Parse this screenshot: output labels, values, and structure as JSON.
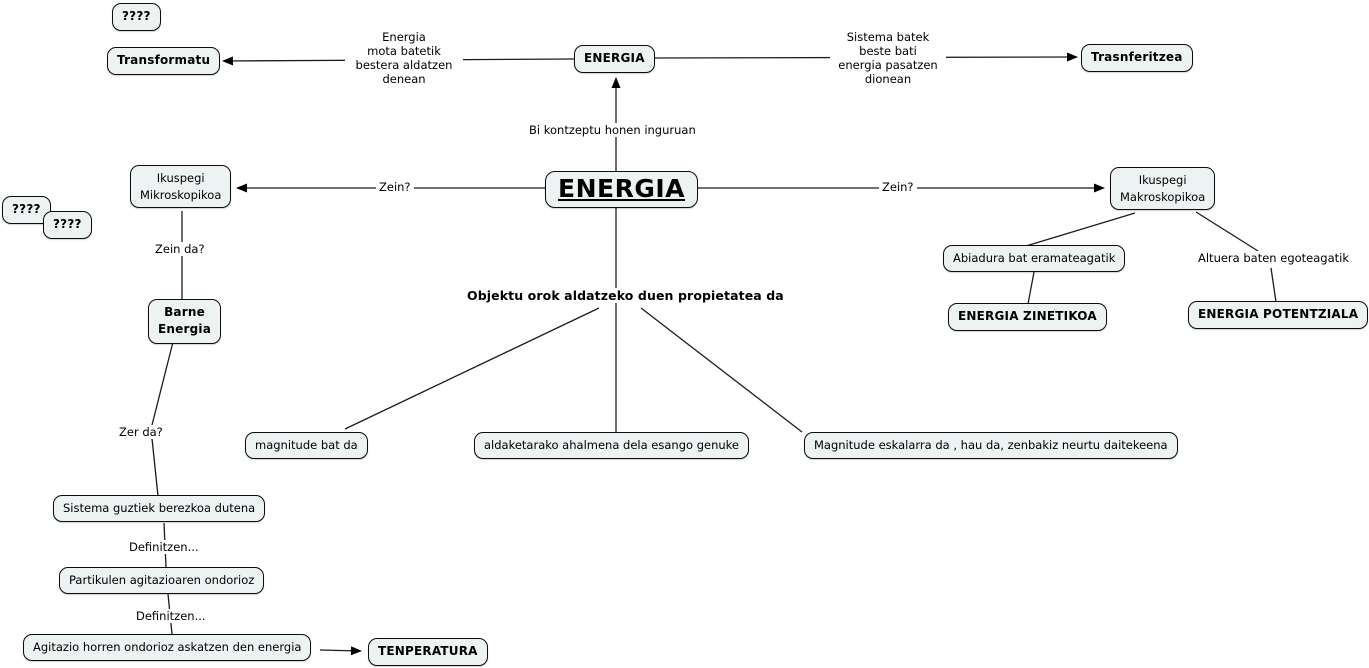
{
  "diagram": {
    "type": "concept-map",
    "language": "Basque",
    "central_topic": "ENERGIA"
  },
  "colors": {
    "background": "#ffffff",
    "node_fill": "#edf2f2",
    "node_border": "#0c0c0c",
    "line": "#1c1c1c",
    "text": "#000000",
    "label_background": "#ffffff"
  },
  "nodes": {
    "unknown_top": {
      "label": "????"
    },
    "transformatu": {
      "label": "Transformatu"
    },
    "energia_top": {
      "label": "ENERGIA"
    },
    "trasnferitzea": {
      "label": "Trasnferitzea"
    },
    "energia_main": {
      "label": "ENERGIA"
    },
    "ikuspegi_mikroskopikoa": {
      "label": "Ikuspegi\nMikroskopikoa"
    },
    "ikuspegi_makroskopikoa": {
      "label": "Ikuspegi\nMakroskopikoa"
    },
    "unknown_left_1": {
      "label": "????"
    },
    "unknown_left_2": {
      "label": "????"
    },
    "barne_energia": {
      "label": "Barne\nEnergia"
    },
    "abiadura": {
      "label": "Abiadura bat eramateagatik"
    },
    "energia_zinetikoa": {
      "label": "ENERGIA ZINETIKOA"
    },
    "energia_potentziala": {
      "label": "ENERGIA POTENTZIALA"
    },
    "magnitude_bat": {
      "label": "magnitude bat da"
    },
    "aldaketarako": {
      "label": "aldaketarako ahalmena dela esango genuke"
    },
    "magnitude_eskalarra": {
      "label": "Magnitude eskalarra da , hau da, zenbakiz neurtu daitekeena"
    },
    "sistema_guztiek": {
      "label": "Sistema guztiek berezkoa dutena"
    },
    "partikulen": {
      "label": "Partikulen agitazioaren ondorioz"
    },
    "agitazio": {
      "label": "Agitazio horren ondorioz askatzen den energia"
    },
    "tenperatura": {
      "label": "TENPERATURA"
    }
  },
  "edge_labels": {
    "energia_mota": "Energia\nmota batetik\nbestera aldatzen\ndenean",
    "sistema_batek": "Sistema batek\nbeste bati\nenergia pasatzen\ndionean",
    "bi_kontzeptu": "Bi kontzeptu honen inguruan",
    "zein_left": "Zein?",
    "zein_right": "Zein?",
    "zein_da": "Zein da?",
    "objektu_orok": "Objektu orok aldatzeko duen propietatea da",
    "altuera": "Altuera baten egoteagatik",
    "zer_da": "Zer da?",
    "definitzen_1": "Definitzen...",
    "definitzen_2": "Definitzen..."
  }
}
